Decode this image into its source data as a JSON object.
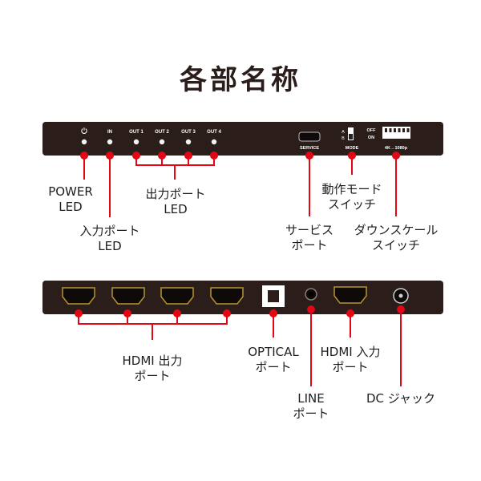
{
  "title": "各部名称",
  "front_panel": {
    "icons": {
      "power": "power-icon"
    },
    "port_labels": {
      "in": "IN",
      "out1": "OUT 1",
      "out2": "OUT 2",
      "out3": "OUT 3",
      "out4": "OUT 4",
      "service": "SERVICE",
      "mode_a": "A",
      "mode_b": "B",
      "mode": "MODE",
      "off": "OFF",
      "on": "ON",
      "scaler": "4K→1080p"
    }
  },
  "callouts": {
    "power_led": [
      "POWER",
      "LED"
    ],
    "input_led": [
      "入力ポート",
      "LED"
    ],
    "output_led": [
      "出力ポート",
      "LED"
    ],
    "mode_switch": [
      "動作モード",
      "スイッチ"
    ],
    "service_port": [
      "サービス",
      "ポート"
    ],
    "downscale_switch": [
      "ダウンスケール",
      "スイッチ"
    ],
    "hdmi_out": [
      "HDMI 出力",
      "ポート"
    ],
    "optical": [
      "OPTICAL",
      "ポート"
    ],
    "hdmi_in": [
      "HDMI 入力",
      "ポート"
    ],
    "line": [
      "LINE",
      "ポート"
    ],
    "dc": [
      "DC ジャック"
    ]
  },
  "colors": {
    "device": "#2a1d1a",
    "callout": "#e30613",
    "port_gold": "#b8932f",
    "led": "#f2f2f2",
    "panel_text": "#ffffff"
  }
}
